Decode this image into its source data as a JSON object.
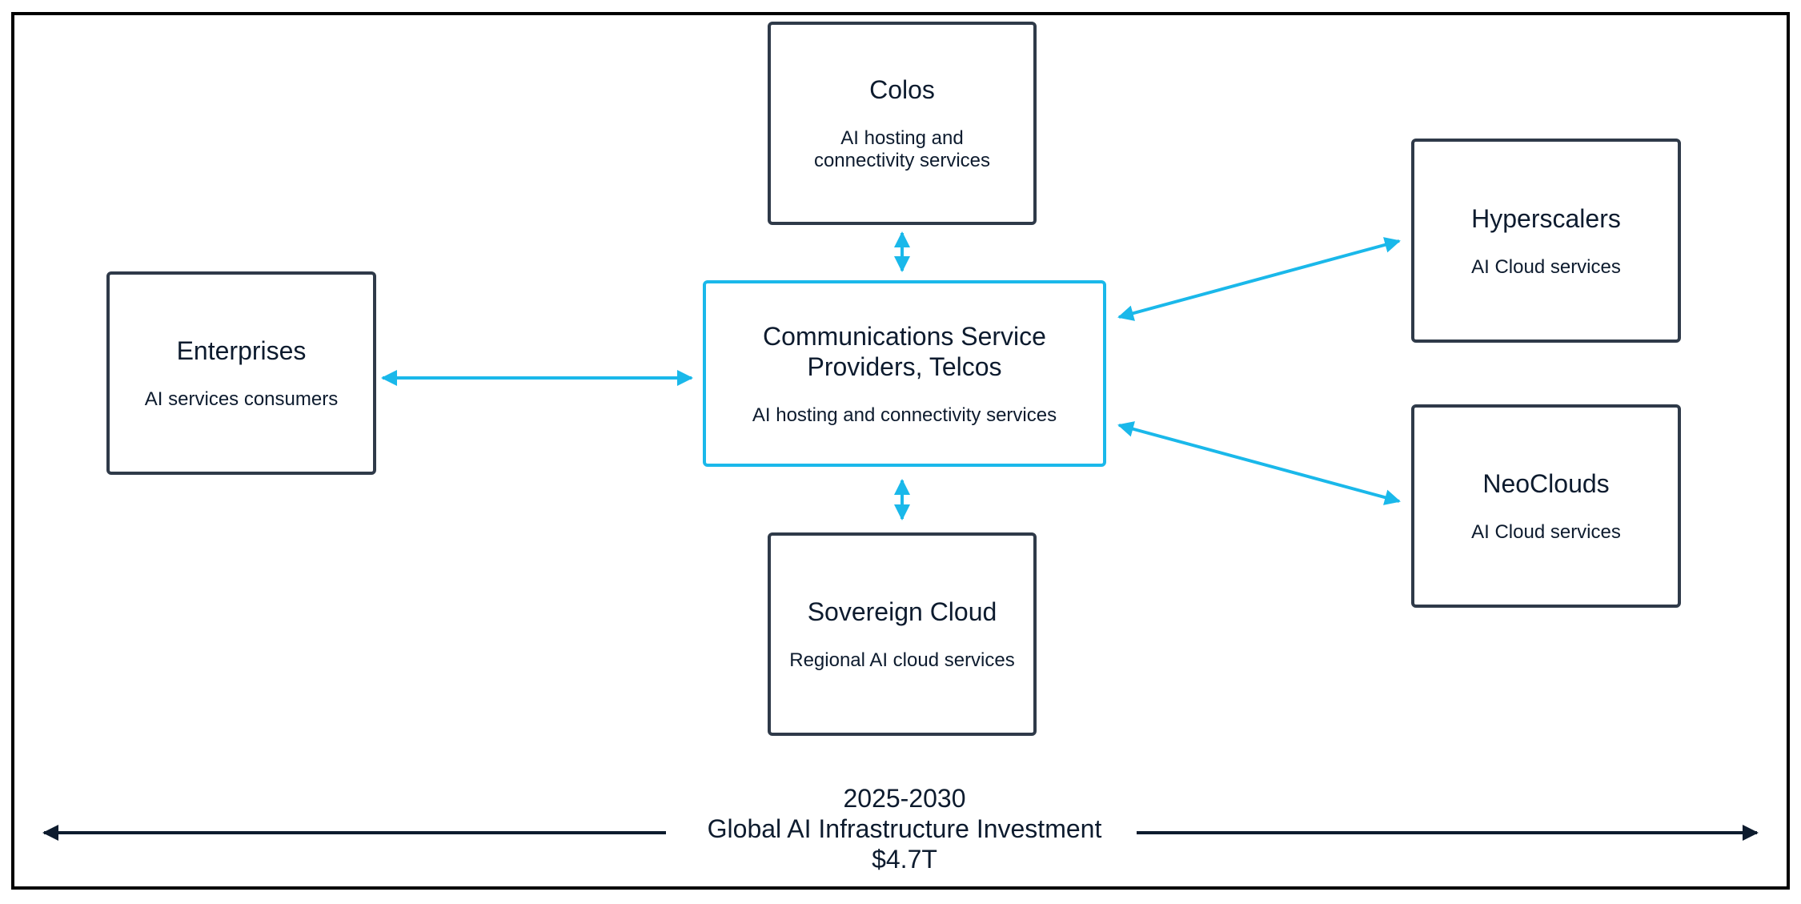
{
  "colors": {
    "accent": "#1ab8ea",
    "box_border": "#2f3a49",
    "text": "#0d1b2e",
    "frame": "#000000"
  },
  "nodes": {
    "colos": {
      "title": "Colos",
      "desc": "AI hosting and\nconnectivity services"
    },
    "hyperscalers": {
      "title": "Hyperscalers",
      "desc": "AI Cloud services"
    },
    "enterprises": {
      "title": "Enterprises",
      "desc": "AI services consumers"
    },
    "csp": {
      "title": "Communications Service\nProviders, Telcos",
      "desc": "AI hosting and connectivity services"
    },
    "neoclouds": {
      "title": "NeoClouds",
      "desc": "AI Cloud services"
    },
    "sovereign": {
      "title": "Sovereign Cloud",
      "desc": "Regional AI cloud services"
    }
  },
  "footer": {
    "years": "2025-2030",
    "label": "Global AI Infrastructure Investment",
    "amount": "$4.7T"
  }
}
